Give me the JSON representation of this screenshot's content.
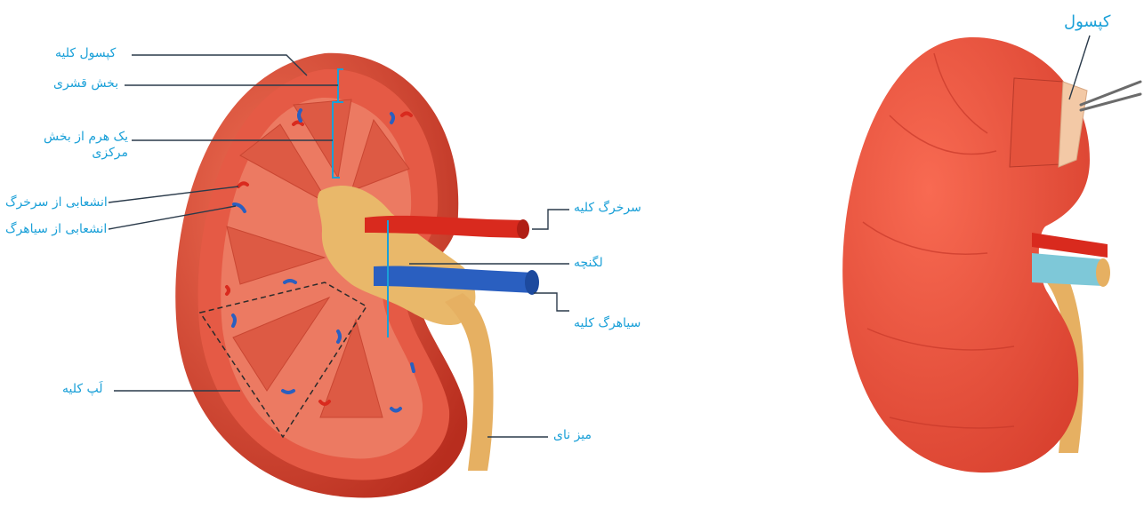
{
  "colors": {
    "label": "#1aa0d8",
    "leader": "#2a3a4a",
    "kidney_outer": "#d8402a",
    "kidney_dark": "#a8251a",
    "cortex": "#e55a45",
    "pelvis": "#e9b86a",
    "artery": "#d92a1e",
    "vein": "#2a5fc0",
    "ureter": "#e6b062",
    "capsule": "#f3c9a6"
  },
  "section_view": {
    "labels": {
      "capsule": "کپسول کلیه",
      "cortex": "بخش قشری",
      "pyramid": "یک هرم از بخش مرکزی",
      "artery_branch": "انشعابی از سرخرگ",
      "vein_branch": "انشعابی از سیاهرگ",
      "lobe": "لَپ کلیه",
      "renal_artery": "سرخرگ کلیه",
      "pelvis": "لگنچه",
      "renal_vein": "سیاهرگ کلیه",
      "ureter": "میز نای"
    }
  },
  "external_view": {
    "labels": {
      "capsule": "کپسول"
    }
  }
}
